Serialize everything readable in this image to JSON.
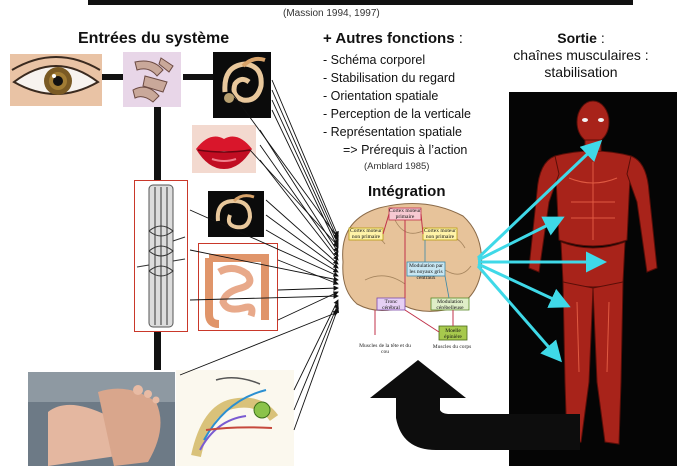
{
  "header": {
    "citation": "(Massion 1994, 1997)"
  },
  "inputs": {
    "title": "Entrées du système",
    "items": [
      "eye",
      "inner-ear-ossicles",
      "cochlea",
      "lips",
      "vestibule",
      "muscle-spindle",
      "intestines",
      "feet",
      "foot-nerves"
    ]
  },
  "functions": {
    "title_bold": "+ Autres fonctions",
    "title_suffix": " :",
    "items": [
      "- Schéma corporel",
      "- Stabilisation du regard",
      "- Orientation spatiale",
      "- Perception de la verticale",
      "- Représentation spatiale"
    ],
    "prerequisite": "=> Prérequis à l’action",
    "reference": "(Amblard 1985)"
  },
  "integration": {
    "title": "Intégration",
    "boxes": {
      "motor_primary": "Cortex moteur primaire",
      "motor_nonprimary_left": "Cortex moteur non primaire",
      "motor_nonprimary_right": "Cortex moteur non primaire",
      "basal_ganglia": "Modulation par les noyaux gris centraux",
      "brainstem": "Tronc cérébral",
      "cerebellum": "Modulation cérébelleuse",
      "spinal": "Moelle épinière"
    },
    "outputs": {
      "head_neck": "Muscles de la tête et du cou",
      "body": "Muscles du corps"
    }
  },
  "output": {
    "title_bold": "Sortie",
    "title_suffix": " :",
    "line1": "chaînes musculaires :",
    "line2": "stabilisation"
  },
  "colors": {
    "arrows_in": "#111111",
    "arrows_out": "#3fd9e8",
    "feedback_arrow": "#0d0d0d",
    "brain": "#e7c39a",
    "muscle": "#a8231a",
    "panel_border": "#c9382a"
  }
}
